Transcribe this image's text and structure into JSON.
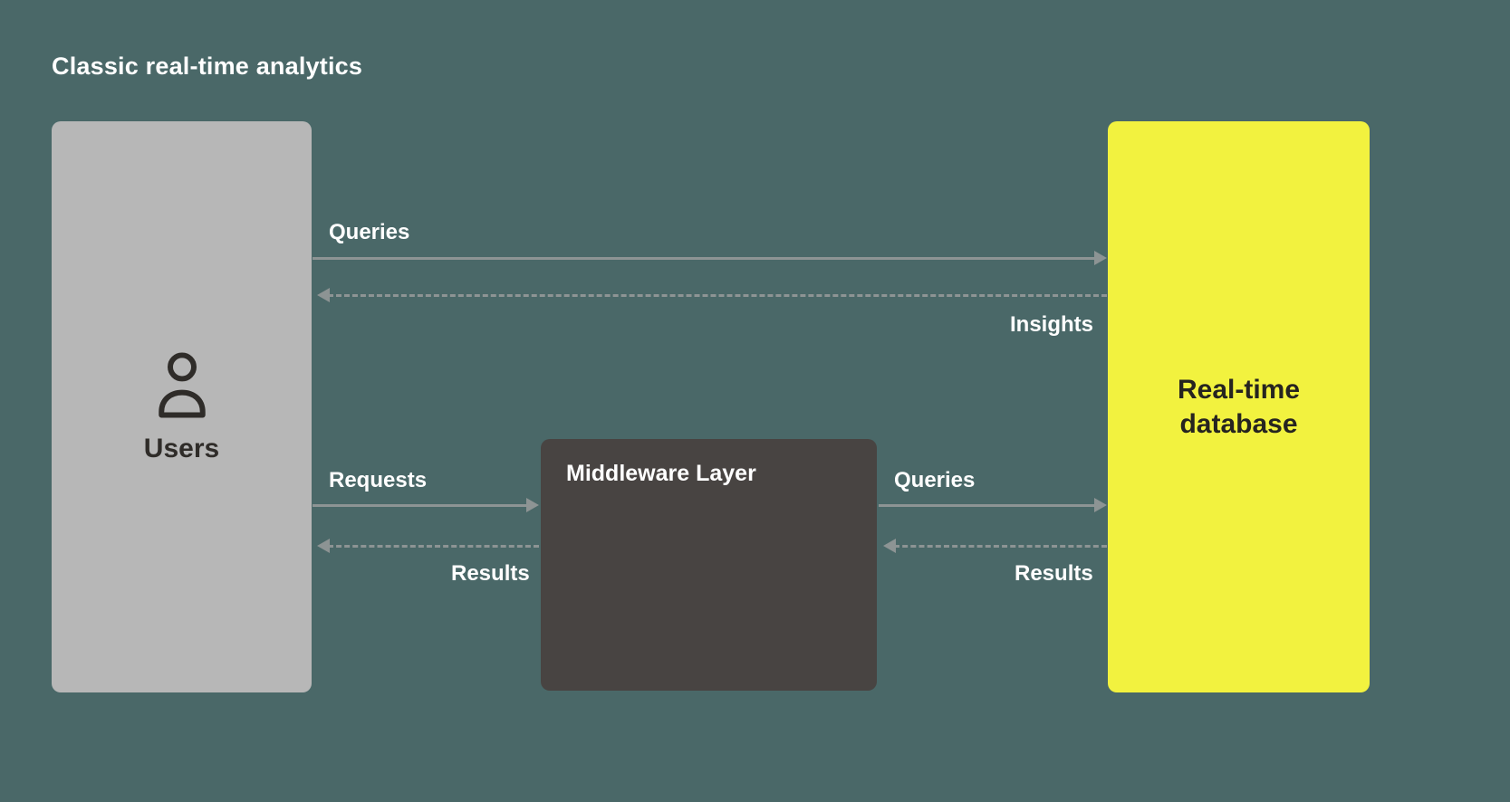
{
  "title": "Classic real-time analytics",
  "nodes": {
    "users": {
      "label": "Users"
    },
    "middleware": {
      "label": "Middleware Layer"
    },
    "database": {
      "label": "Real-time database"
    }
  },
  "arrows": {
    "queries_top": {
      "label": "Queries",
      "direction": "right",
      "style": "solid",
      "from": "users",
      "to": "database"
    },
    "insights": {
      "label": "Insights",
      "direction": "left",
      "style": "dashed",
      "from": "database",
      "to": "users"
    },
    "requests": {
      "label": "Requests",
      "direction": "right",
      "style": "solid",
      "from": "users",
      "to": "middleware"
    },
    "results_left": {
      "label": "Results",
      "direction": "left",
      "style": "dashed",
      "from": "middleware",
      "to": "users"
    },
    "queries_mid": {
      "label": "Queries",
      "direction": "right",
      "style": "solid",
      "from": "middleware",
      "to": "database"
    },
    "results_right": {
      "label": "Results",
      "direction": "left",
      "style": "dashed",
      "from": "database",
      "to": "middleware"
    }
  },
  "colors": {
    "background": "#4a6868",
    "users_box": "#b7b7b7",
    "middleware_box": "#484442",
    "database_box": "#f2f23f",
    "arrow": "#8d9494",
    "title_text": "#ffffff",
    "dark_text": "#2f2c29"
  }
}
